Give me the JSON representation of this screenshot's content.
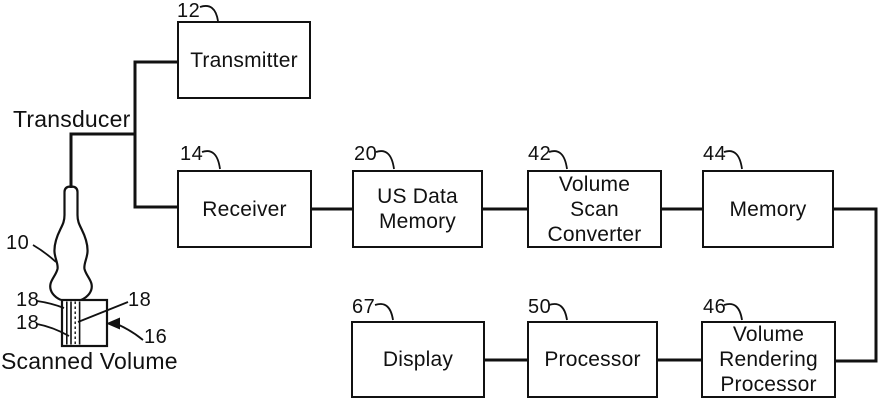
{
  "figure": {
    "type": "block-diagram",
    "subject": "ultrasound imaging system",
    "background_color": "#ffffff",
    "line_color": "#111111"
  },
  "boxes": {
    "transmitter": {
      "ref": "12",
      "label": "Transmitter"
    },
    "receiver": {
      "ref": "14",
      "label": "Receiver"
    },
    "us_data_memory": {
      "ref": "20",
      "label": "US Data\nMemory"
    },
    "volume_scan_converter": {
      "ref": "42",
      "label": "Volume\nScan\nConverter"
    },
    "memory": {
      "ref": "44",
      "label": "Memory"
    },
    "display": {
      "ref": "67",
      "label": "Display"
    },
    "processor": {
      "ref": "50",
      "label": "Processor"
    },
    "volume_rendering_processor": {
      "ref": "46",
      "label": "Volume\nRendering\nProcessor"
    }
  },
  "annotations": {
    "transducer_caption": "Transducer",
    "scanned_volume_caption": "Scanned Volume",
    "probe_ref": "10",
    "scan_plane_ref_left_top": "18",
    "scan_plane_ref_left_bottom": "18",
    "scan_plane_ref_right": "18",
    "scanned_volume_ref": "16"
  }
}
